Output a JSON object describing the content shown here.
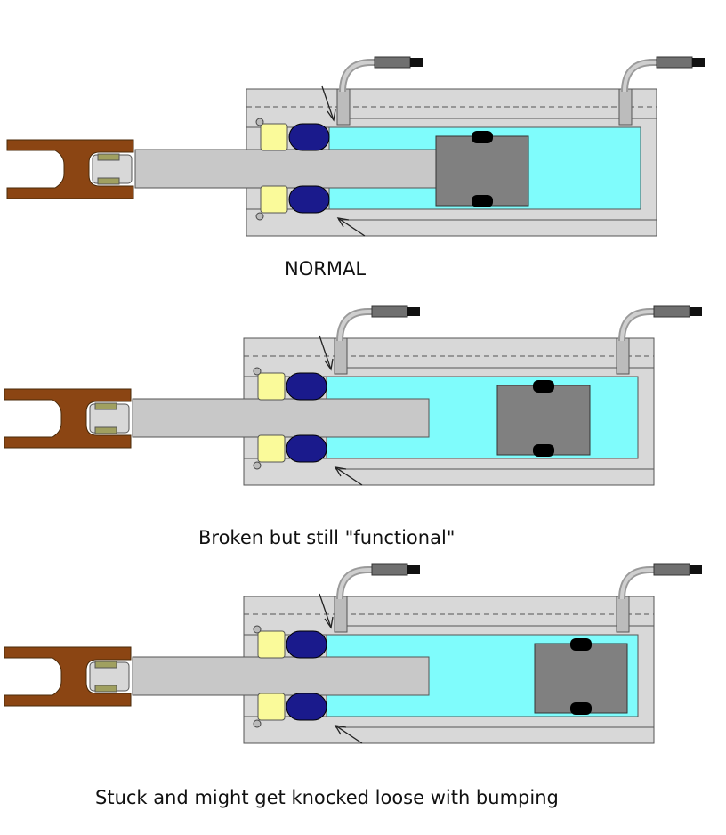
{
  "panels": [
    {
      "caption": "NORMAL",
      "extension": 0.0,
      "broken": false
    },
    {
      "caption": "Broken but still \"functional\"",
      "extension": 0.6,
      "broken": true
    },
    {
      "caption": "Stuck and might get knocked loose with bumping",
      "extension": 0.95,
      "broken": true
    }
  ],
  "colors": {
    "fluid": "#7ffcfc",
    "body": "#d8d8d8",
    "rod": "#c8c8c8",
    "piston": "#808080",
    "seal": "#000000",
    "wiper": "#fafa9a",
    "oring": "#1a1a8c",
    "clevis": "#8b4513",
    "pin": "#a0a060",
    "fitting": "#707070"
  }
}
